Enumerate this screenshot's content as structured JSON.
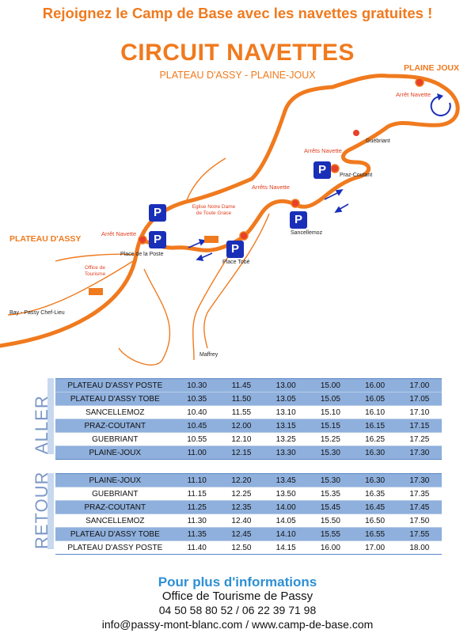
{
  "header": {
    "headline": "Rejoignez le Camp de Base avec les navettes gratuites !",
    "title": "CIRCUIT NAVETTES",
    "subtitle": "PLATEAU D'ASSY - PLAINE-JOUX"
  },
  "map": {
    "places": {
      "plaine_joux": "PLAINE JOUX",
      "plateau_assy": "PLATEAU D'ASSY",
      "guebriant": "Guébriant",
      "praz_coutant": "Praz-Coutant",
      "sancellemoz": "Sancellemoz",
      "place_tobe": "Place Tobé",
      "place_poste": "Place de la Poste",
      "office_tourisme": "Office de Tourisme",
      "eglise": "Eglise Notre Dame de Toute Grace",
      "bay": "Bay - Passy Chef-Lieu",
      "maffrey": "Maffrey"
    },
    "stop_labels": {
      "arret_navette_plaine": "Arrêt Navette",
      "arret_navette_poste": "Arrêt Navette",
      "arrets_navette_praz": "Arrêts Navette",
      "arrets_navette_tobe": "Arrêts Navette"
    },
    "parking_letter": "P",
    "colors": {
      "road": "#f07a1e",
      "stop": "#e8412a",
      "parking": "#1a2fb8",
      "arrow": "#1a2fb8"
    }
  },
  "timetable": {
    "aller": {
      "label": "ALLER",
      "rows": [
        {
          "stop": "PLATEAU D'ASSY POSTE",
          "times": [
            "10.30",
            "11.45",
            "13.00",
            "15.00",
            "16.00",
            "17.00"
          ]
        },
        {
          "stop": "PLATEAU D'ASSY TOBE",
          "times": [
            "10.35",
            "11.50",
            "13.05",
            "15.05",
            "16.05",
            "17.05"
          ]
        },
        {
          "stop": "SANCELLEMOZ",
          "times": [
            "10.40",
            "11.55",
            "13.10",
            "15.10",
            "16.10",
            "17.10"
          ]
        },
        {
          "stop": "PRAZ-COUTANT",
          "times": [
            "10.45",
            "12.00",
            "13.15",
            "15.15",
            "16.15",
            "17.15"
          ]
        },
        {
          "stop": "GUEBRIANT",
          "times": [
            "10.55",
            "12.10",
            "13.25",
            "15.25",
            "16.25",
            "17.25"
          ]
        },
        {
          "stop": "PLAINE-JOUX",
          "times": [
            "11.00",
            "12.15",
            "13.30",
            "15.30",
            "16.30",
            "17.30"
          ]
        }
      ]
    },
    "retour": {
      "label": "RETOUR",
      "rows": [
        {
          "stop": "PLAINE-JOUX",
          "times": [
            "11.10",
            "12.20",
            "13.45",
            "15.30",
            "16.30",
            "17.30"
          ]
        },
        {
          "stop": "GUEBRIANT",
          "times": [
            "11.15",
            "12.25",
            "13.50",
            "15.35",
            "16.35",
            "17.35"
          ]
        },
        {
          "stop": "PRAZ-COUTANT",
          "times": [
            "11.25",
            "12.35",
            "14.00",
            "15.45",
            "16.45",
            "17.45"
          ]
        },
        {
          "stop": "SANCELLEMOZ",
          "times": [
            "11.30",
            "12.40",
            "14.05",
            "15.50",
            "16.50",
            "17.50"
          ]
        },
        {
          "stop": "PLATEAU D'ASSY TOBE",
          "times": [
            "11.35",
            "12.45",
            "14.10",
            "15.55",
            "16.55",
            "17.55"
          ]
        },
        {
          "stop": "PLATEAU D'ASSY POSTE",
          "times": [
            "11.40",
            "12.50",
            "14.15",
            "16.00",
            "17.00",
            "18.00"
          ]
        }
      ]
    }
  },
  "footer": {
    "title": "Pour plus d'informations",
    "office": "Office de Tourisme de Passy",
    "phone": "04 50 58 80 52 / 06 22 39 71 98",
    "contact": "info@passy-mont-blanc.com / www.camp-de-base.com"
  }
}
